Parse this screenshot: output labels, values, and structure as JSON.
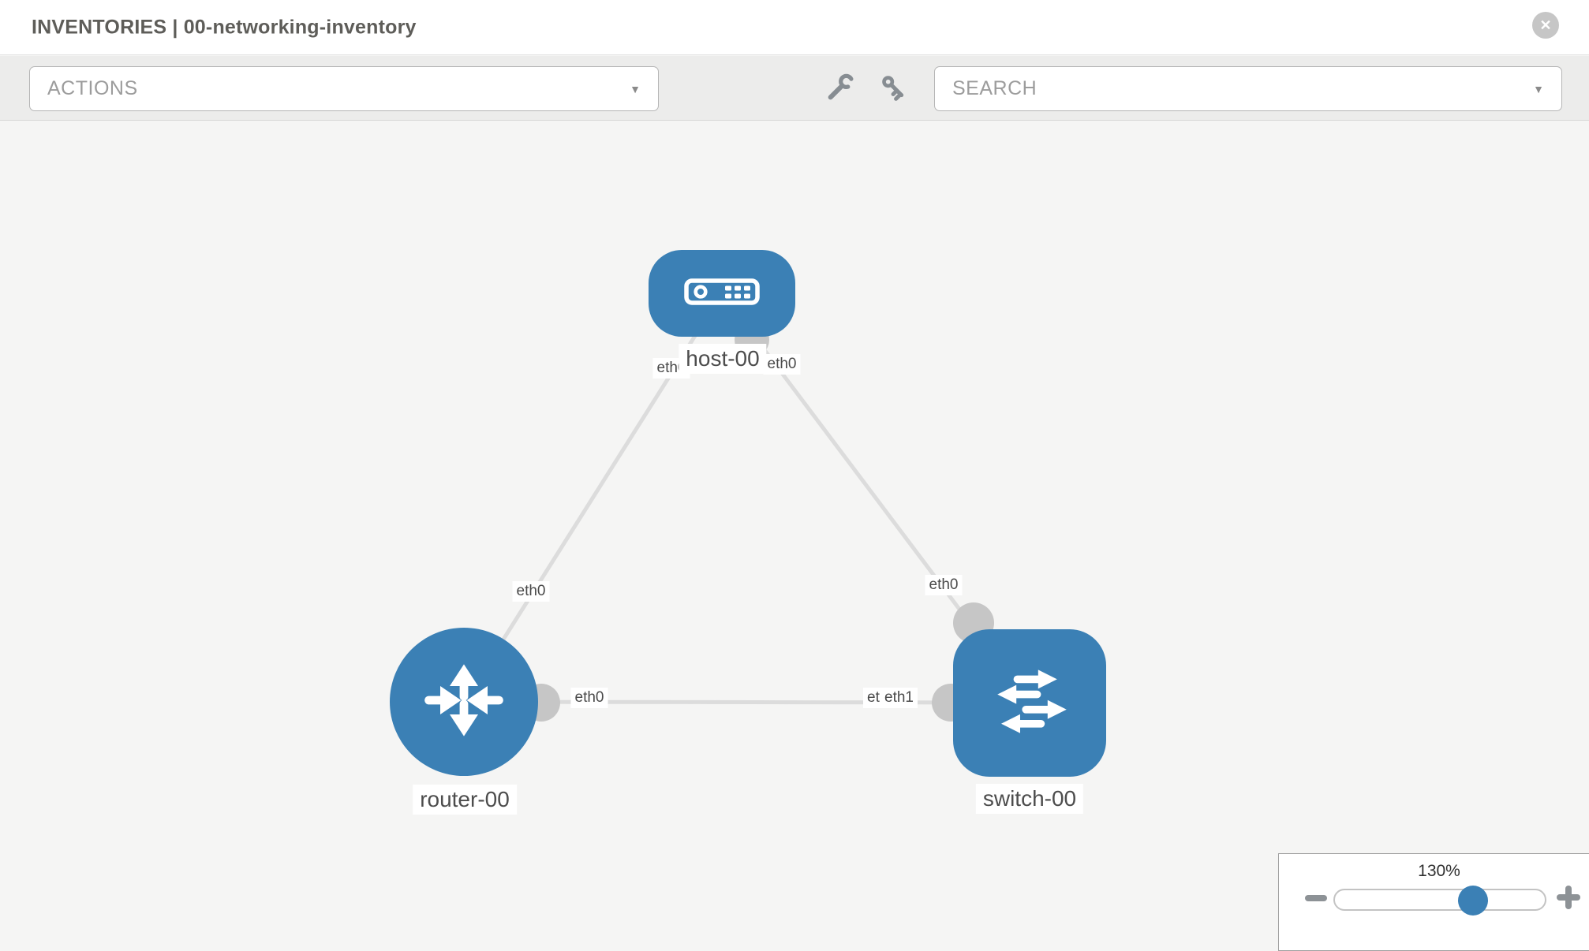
{
  "header": {
    "title": "INVENTORIES | 00-networking-inventory"
  },
  "glyphs": {
    "close": "✕",
    "dropdown_arrow": "▼"
  },
  "toolbar": {
    "actions_placeholder": "ACTIONS",
    "search_placeholder": "SEARCH"
  },
  "topology": {
    "nodes": [
      {
        "name": "host-00",
        "type": "host"
      },
      {
        "name": "router-00",
        "type": "router"
      },
      {
        "name": "switch-00",
        "type": "switch"
      }
    ],
    "links": [
      {
        "source": "host-00",
        "target": "router-00"
      },
      {
        "source": "host-00",
        "target": "switch-00"
      },
      {
        "source": "router-00",
        "target": "switch-00"
      }
    ],
    "interfaces": [
      {
        "text": "eth0",
        "location": "host-00 lower-left"
      },
      {
        "text": "eth0",
        "location": "host-00 lower-right"
      },
      {
        "text": "eth0",
        "location": "router-00 top"
      },
      {
        "text": "eth0",
        "location": "switch-00 top"
      },
      {
        "text": "eth0",
        "location": "router-00 right"
      },
      {
        "text": "eth0",
        "location": "switch-00 left, overlapped"
      },
      {
        "text": "eth1",
        "location": "switch-00 left"
      }
    ]
  },
  "zoom_control": {
    "level": "130%"
  },
  "colors": {
    "node_blue": "#3b80b5",
    "link_gray": "#dcdcdc",
    "interface_dot_gray": "#c6c6c6",
    "header_bg": "#ffffff",
    "toolbar_bg": "#ececeb",
    "canvas_bg": "#f5f5f4"
  }
}
